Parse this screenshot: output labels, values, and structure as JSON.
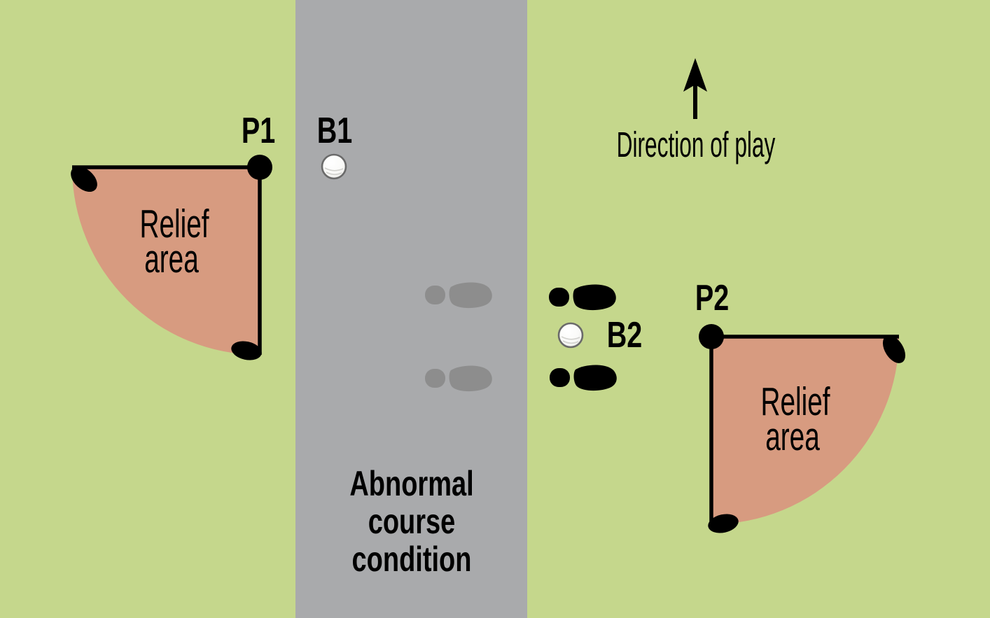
{
  "diagram": {
    "direction": {
      "label": "Direction of play"
    },
    "condition_strip": {
      "label_lines": [
        "Abnormal",
        "course",
        "condition"
      ]
    },
    "point_1": {
      "label": "P1"
    },
    "ball_1": {
      "label": "B1"
    },
    "ball_2": {
      "label": "B2"
    },
    "point_2": {
      "label": "P2"
    },
    "relief_left": {
      "label_lines": [
        "Relief",
        "area"
      ]
    },
    "relief_right": {
      "label_lines": [
        "Relief",
        "area"
      ]
    },
    "icons": {
      "direction_arrow": "arrow-up-icon",
      "reference_points": "black-dot-icon",
      "edge_ends": "tee-marker-icon",
      "balls": "golf-ball-icon",
      "stance": "footprint-icon"
    },
    "colors": {
      "grass_green": "#c5d78c",
      "condition_gray": "#a9aaac",
      "footprint_gray": "#8d8d8d",
      "relief_salmon": "#d79b80",
      "outline_black": "#000000",
      "ball_white": "#ffffff",
      "ball_outline": "#6a6a6a"
    }
  }
}
